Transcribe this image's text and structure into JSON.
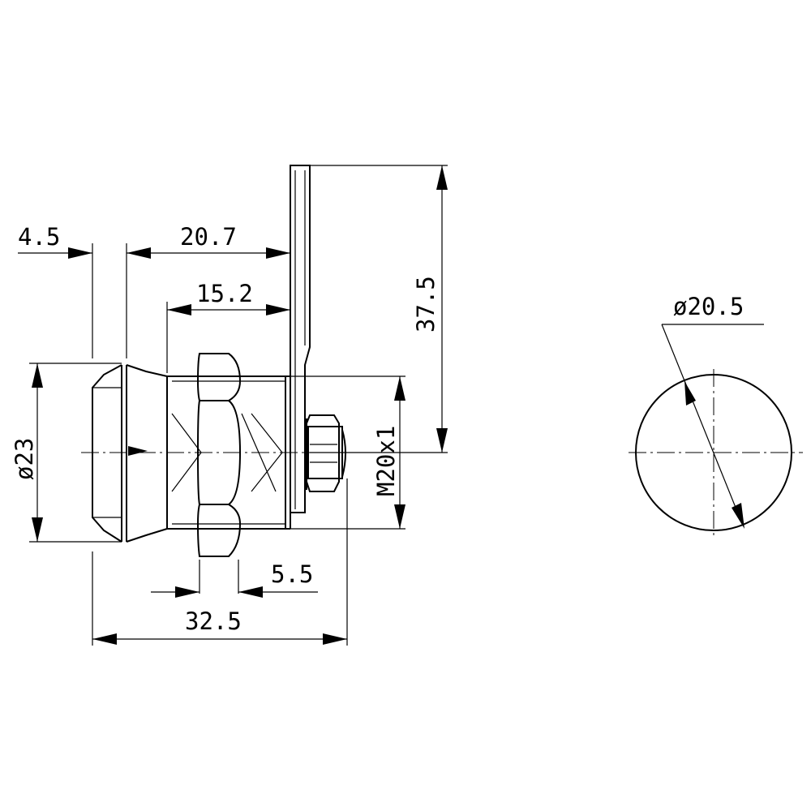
{
  "dimensions": {
    "d_4_5": "4.5",
    "d_20_7": "20.7",
    "d_15_2": "15.2",
    "d_37_5": "37.5",
    "d_23": "ø23",
    "d_m20": "M20x1",
    "d_5_5": "5.5",
    "d_32_5": "32.5",
    "d_20_5": "ø20.5"
  },
  "colors": {
    "line": "#000000",
    "background": "#ffffff"
  }
}
